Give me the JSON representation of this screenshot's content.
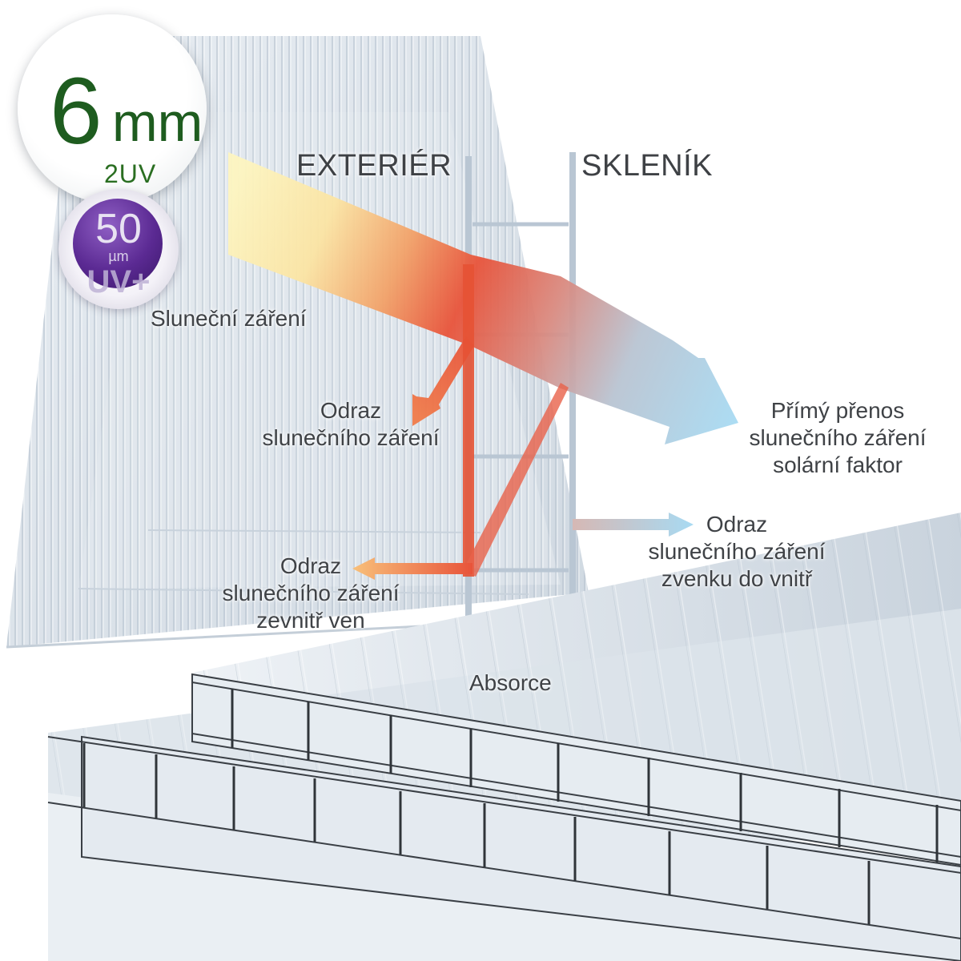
{
  "badge": {
    "thickness": "6",
    "unit": "mm",
    "uv": "2UV"
  },
  "uv_badge": {
    "value": "50",
    "unit": "µm",
    "label": "UV+"
  },
  "headings": {
    "exterior": "EXTERIÉR",
    "greenhouse": "SKLENÍK"
  },
  "labels": {
    "solar_radiation": "Sluneční záření",
    "reflection_outer": [
      "Odraz",
      "slunečního záření"
    ],
    "direct_transmission": [
      "Přímý přenos",
      "slunečního záření",
      "solární faktor"
    ],
    "reflection_in": [
      "Odraz",
      "slunečního záření",
      "zevnitř ven"
    ],
    "reflection_out_in": [
      "Odraz",
      "slunečního záření",
      "zvenku do vnitř"
    ],
    "absorption": "Absorce"
  },
  "colors": {
    "badge_green": "#1e5c1f",
    "uv_purple": "#5b2a93",
    "beam_start": "#fdf3b8",
    "beam_hot": "#e8533a",
    "beam_cool": "#a9d8f0",
    "panel": "#dfe6ed",
    "text": "#3f4246"
  }
}
